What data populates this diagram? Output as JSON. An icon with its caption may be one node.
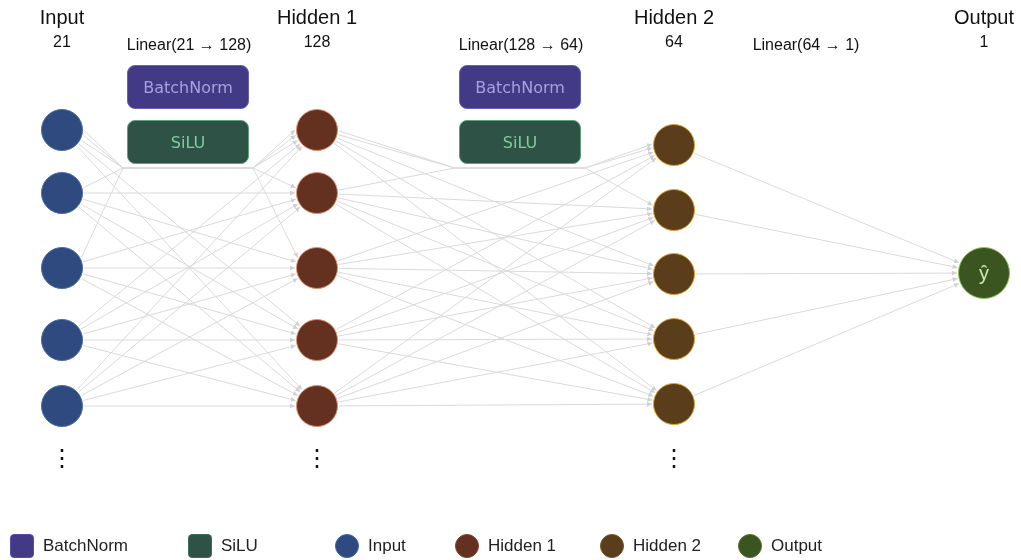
{
  "diagram": {
    "nodes": [
      {
        "text": [
          "BatchNorm"
        ]
      },
      {
        "text": [
          "SiLU"
        ]
      },
      {
        "text": [
          "BatchNorm"
        ]
      },
      {
        "text": [
          "SiLU"
        ]
      },
      {
        "text": [],
        "shape": "circle"
      },
      {
        "text": [],
        "shape": "circle"
      },
      {
        "text": [],
        "shape": "circle"
      },
      {
        "text": [],
        "shape": "circle"
      },
      {
        "text": [],
        "shape": "circle"
      },
      {
        "text": [],
        "shape": "circle"
      },
      {
        "text": [],
        "shape": "circle"
      },
      {
        "text": [],
        "shape": "circle"
      },
      {
        "text": [],
        "shape": "circle"
      },
      {
        "text": [],
        "shape": "circle"
      },
      {
        "text": [],
        "shape": "circle"
      },
      {
        "text": [],
        "shape": "circle"
      },
      {
        "text": [],
        "shape": "circle"
      },
      {
        "text": [],
        "shape": "circle"
      },
      {
        "text": [],
        "shape": "circle"
      },
      {
        "text": [
          "ŷ"
        ]
      }
    ],
    "edges": [
      {
        "from": 4,
        "to": 9,
        "arrow": "to"
      },
      {
        "from": 4,
        "to": 10,
        "arrow": "to"
      },
      {
        "from": 4,
        "to": 11,
        "arrow": "to"
      },
      {
        "from": 4,
        "to": 12,
        "arrow": "to"
      },
      {
        "from": 4,
        "to": 13,
        "arrow": "to"
      },
      {
        "from": 5,
        "to": 9,
        "arrow": "to"
      },
      {
        "from": 5,
        "to": 10,
        "arrow": "to"
      },
      {
        "from": 5,
        "to": 11,
        "arrow": "to"
      },
      {
        "from": 5,
        "to": 12,
        "arrow": "to"
      },
      {
        "from": 5,
        "to": 13,
        "arrow": "to"
      },
      {
        "from": 6,
        "to": 9,
        "arrow": "to"
      },
      {
        "from": 6,
        "to": 10,
        "arrow": "to"
      },
      {
        "from": 6,
        "to": 11,
        "arrow": "to"
      },
      {
        "from": 6,
        "to": 12,
        "arrow": "to"
      },
      {
        "from": 6,
        "to": 13,
        "arrow": "to"
      },
      {
        "from": 7,
        "to": 9,
        "arrow": "to"
      },
      {
        "from": 7,
        "to": 10,
        "arrow": "to"
      },
      {
        "from": 7,
        "to": 11,
        "arrow": "to"
      },
      {
        "from": 7,
        "to": 12,
        "arrow": "to"
      },
      {
        "from": 7,
        "to": 13,
        "arrow": "to"
      },
      {
        "from": 8,
        "to": 9,
        "arrow": "to"
      },
      {
        "from": 8,
        "to": 10,
        "arrow": "to"
      },
      {
        "from": 8,
        "to": 11,
        "arrow": "to"
      },
      {
        "from": 8,
        "to": 12,
        "arrow": "to"
      },
      {
        "from": 8,
        "to": 13,
        "arrow": "to"
      },
      {
        "from": 9,
        "to": 14,
        "arrow": "to"
      },
      {
        "from": 9,
        "to": 15,
        "arrow": "to"
      },
      {
        "from": 9,
        "to": 16,
        "arrow": "to"
      },
      {
        "from": 9,
        "to": 17,
        "arrow": "to"
      },
      {
        "from": 9,
        "to": 18,
        "arrow": "to"
      },
      {
        "from": 10,
        "to": 14,
        "arrow": "to"
      },
      {
        "from": 10,
        "to": 15,
        "arrow": "to"
      },
      {
        "from": 10,
        "to": 16,
        "arrow": "to"
      },
      {
        "from": 10,
        "to": 17,
        "arrow": "to"
      },
      {
        "from": 10,
        "to": 18,
        "arrow": "to"
      },
      {
        "from": 11,
        "to": 14,
        "arrow": "to"
      },
      {
        "from": 11,
        "to": 15,
        "arrow": "to"
      },
      {
        "from": 11,
        "to": 16,
        "arrow": "to"
      },
      {
        "from": 11,
        "to": 17,
        "arrow": "to"
      },
      {
        "from": 11,
        "to": 18,
        "arrow": "to"
      },
      {
        "from": 12,
        "to": 14,
        "arrow": "to"
      },
      {
        "from": 12,
        "to": 15,
        "arrow": "to"
      },
      {
        "from": 12,
        "to": 16,
        "arrow": "to"
      },
      {
        "from": 12,
        "to": 17,
        "arrow": "to"
      },
      {
        "from": 12,
        "to": 18,
        "arrow": "to"
      },
      {
        "from": 13,
        "to": 14,
        "arrow": "to"
      },
      {
        "from": 13,
        "to": 15,
        "arrow": "to"
      },
      {
        "from": 13,
        "to": 16,
        "arrow": "to"
      },
      {
        "from": 13,
        "to": 17,
        "arrow": "to"
      },
      {
        "from": 13,
        "to": 18,
        "arrow": "to"
      },
      {
        "from": 14,
        "to": 19,
        "arrow": "to"
      },
      {
        "from": 15,
        "to": 19,
        "arrow": "to"
      },
      {
        "from": 16,
        "to": 19,
        "arrow": "to"
      },
      {
        "from": 17,
        "to": 19,
        "arrow": "to"
      },
      {
        "from": 18,
        "to": 19,
        "arrow": "to"
      }
    ],
    "labels": [
      "Input",
      "21",
      "Linear(21 → 128)",
      "Hidden 1",
      "128",
      "Linear(128 → 64)",
      "Hidden 2",
      "64",
      "Linear(64 → 1)",
      "Output",
      "1",
      "⋮",
      "⋮",
      "⋮"
    ],
    "legend": [
      {
        "text": "BatchNorm",
        "color": "#433a85"
      },
      {
        "text": "SiLU",
        "color": "#2e5245"
      },
      {
        "text": "Input",
        "color": "#2e4a7e"
      },
      {
        "text": "Hidden 1",
        "color": "#643020"
      },
      {
        "text": "Hidden 2",
        "color": "#5a3e1c"
      },
      {
        "text": "Output",
        "color": "#3a5520"
      }
    ]
  }
}
